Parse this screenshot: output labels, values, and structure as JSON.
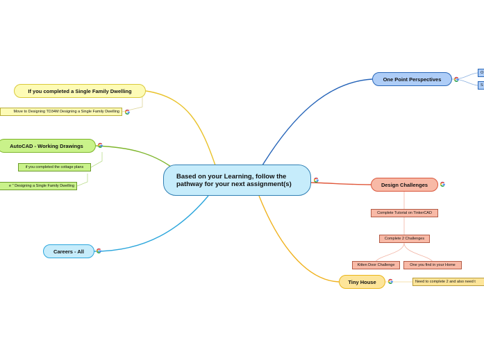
{
  "central": {
    "text": "Based on your Learning, follow the pathway for your next assignment(s)",
    "fill": "#c6ecfb",
    "stroke": "#2f7fb4"
  },
  "branches": {
    "single_family": {
      "label": "If you completed a Single Family Dwelling",
      "fill": "#fdfbb6",
      "stroke": "#d9c93a",
      "child": "Move to Designing TD34M Designing a Single Family Dwelling"
    },
    "autocad": {
      "label": "AutoCAD - Working Drawings",
      "fill": "#c9f28a",
      "stroke": "#7db52a",
      "child1": "if you completed the cottage plans",
      "child2": "e \" Designing a Single Family Dwelling"
    },
    "careers": {
      "label": "Careers - All",
      "fill": "#c6ecfb",
      "stroke": "#2ba6dc"
    },
    "one_point": {
      "label": "One Point Perspectives",
      "fill": "#aecdf7",
      "stroke": "#2866b8",
      "child1": "O",
      "child2": "S"
    },
    "design": {
      "label": "Design Challenges",
      "fill": "#f8b9a6",
      "stroke": "#d9553a",
      "tutorial": "Complete Tutorial on TinkerCAD",
      "complete2": "Complete 2 Challenges",
      "kitten": "Kitten Door Challenge",
      "home": "One you find in your Home"
    },
    "tiny": {
      "label": "Tiny House",
      "fill": "#fde59a",
      "stroke": "#e9b51a",
      "note": "Need to complete 2 and also need t"
    }
  },
  "icon": "google-g-icon"
}
